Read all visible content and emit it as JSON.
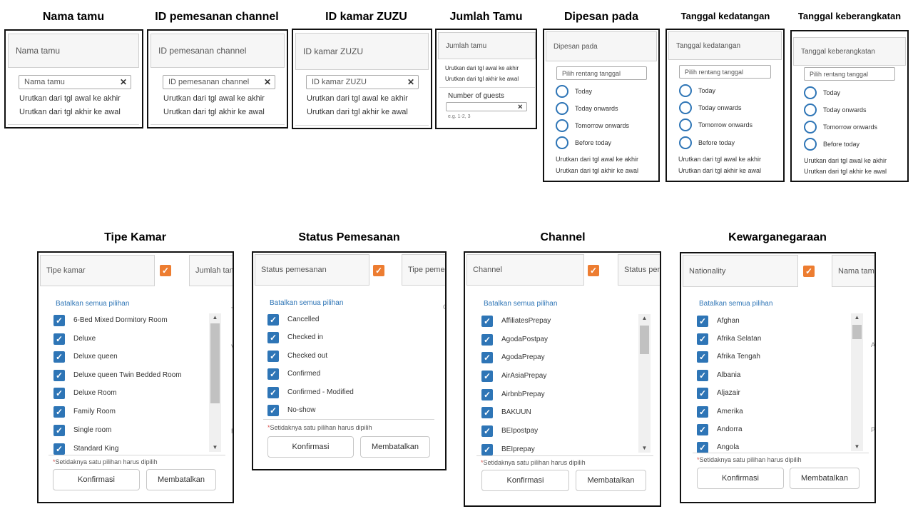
{
  "headings": {
    "nama_tamu": "Nama tamu",
    "id_pemesanan": "ID pemesanan channel",
    "id_kamar": "ID kamar ZUZU",
    "jumlah_tamu": "Jumlah Tamu",
    "dipesan_pada": "Dipesan pada",
    "tanggal_kedatangan": "Tanggal kedatangan",
    "tanggal_keberangkatan": "Tanggal keberangkatan",
    "tipe_kamar": "Tipe Kamar",
    "status_pemesanan": "Status Pemesanan",
    "channel": "Channel",
    "kewarganegaraan": "Kewarganegaraan"
  },
  "sort": {
    "asc": "Urutkan dari tgl awal ke akhir",
    "desc": "Urutkan dari tgl akhir ke awal"
  },
  "text_filters": {
    "nama_tamu": {
      "header": "Nama tamu",
      "placeholder": "Nama tamu"
    },
    "id_pemesanan": {
      "header": "ID pemesanan channel",
      "placeholder": "ID pemesanan channel"
    },
    "id_kamar": {
      "header": "ID kamar ZUZU",
      "placeholder": "ID kamar ZUZU"
    }
  },
  "jumlah_tamu": {
    "header": "Jumlah tamu",
    "label": "Number of guests",
    "hint": "e.g. 1-2, 3"
  },
  "date_filters": {
    "dipesan_pada": {
      "header": "Dipesan pada"
    },
    "tanggal_kedatangan": {
      "header": "Tanggal kedatangan"
    },
    "tanggal_keberangkatan": {
      "header": "Tanggal keberangkatan"
    },
    "range_placeholder": "Pilih rentang tanggal",
    "options": [
      "Today",
      "Today onwards",
      "Tomorrow onwards",
      "Before today"
    ]
  },
  "common": {
    "clear_all": "Batalkan semua pilihan",
    "warning_star": "*",
    "warning": "Setidaknya satu pilihan harus dipilih",
    "confirm": "Konfirmasi",
    "cancel": "Membatalkan",
    "check_glyph": "✓",
    "x_glyph": "✕",
    "arrow_up": "▲",
    "arrow_down": "▼"
  },
  "tipe_kamar": {
    "header": "Tipe kamar",
    "next_column": "Jumlah tamu",
    "ghost_letters": [
      "T",
      "V",
      "R"
    ],
    "items": [
      "6-Bed Mixed Dormitory Room",
      "Deluxe",
      "Deluxe queen",
      "Deluxe queen Twin Bedded Room",
      "Deluxe Room",
      "Family Room",
      "Single room",
      "Standard King"
    ]
  },
  "status_pemesanan": {
    "header": "Status pemesanan",
    "next_column": "Tipe pemesanan",
    "ghost_letters": [
      "C"
    ],
    "items": [
      "Cancelled",
      "Checked in",
      "Checked out",
      "Confirmed",
      "Confirmed - Modified",
      "No-show"
    ]
  },
  "channel": {
    "header": "Channel",
    "next_column": "Status pemesanan",
    "items": [
      "AffiliatesPrepay",
      "AgodaPostpay",
      "AgodaPrepay",
      "AirAsiaPrepay",
      "AirbnbPrepay",
      "BAKUUN",
      "BEIpostpay",
      "BEIprepay"
    ]
  },
  "kewarganegaraan": {
    "header": "Nationality",
    "next_column": "Nama tamu",
    "ghost_letters": [
      "A",
      "P"
    ],
    "items": [
      "Afghan",
      "Afrika Selatan",
      "Afrika Tengah",
      "Albania",
      "Aljazair",
      "Amerika",
      "Andorra",
      "Angola"
    ]
  },
  "colors": {
    "accent_blue": "#2e75b6",
    "accent_orange": "#ed7d31",
    "warning_red": "#d9534f"
  }
}
